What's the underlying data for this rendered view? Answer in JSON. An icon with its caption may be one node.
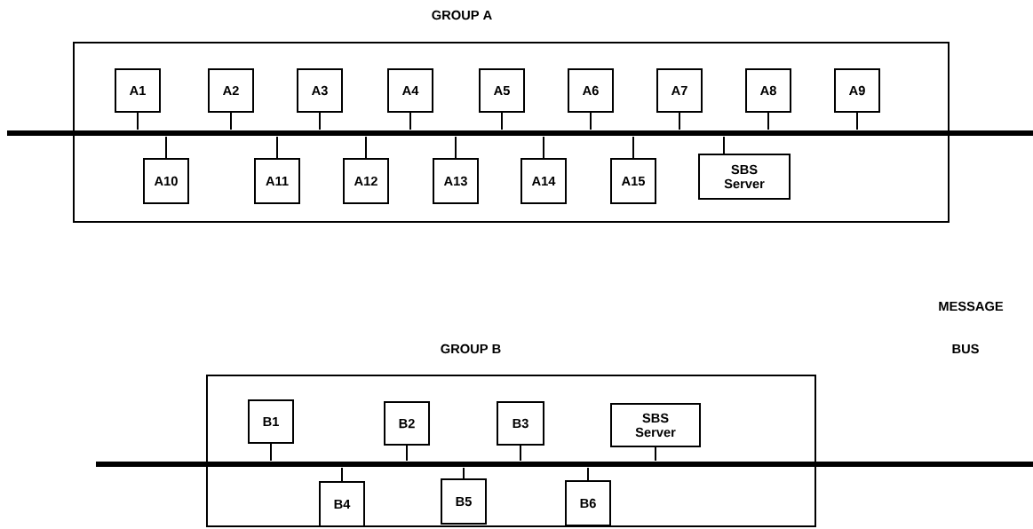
{
  "diagram": {
    "nodes": [
      {
        "text": [
          "GROUP A"
        ]
      },
      {
        "text": [
          "A1"
        ],
        "in": 0
      },
      {
        "text": [
          "A2"
        ],
        "in": 0
      },
      {
        "text": [
          "A3"
        ],
        "in": 0
      },
      {
        "text": [
          "A4"
        ],
        "in": 0
      },
      {
        "text": [
          "A5"
        ],
        "in": 0
      },
      {
        "text": [
          "A6"
        ],
        "in": 0
      },
      {
        "text": [
          "A7"
        ],
        "in": 0
      },
      {
        "text": [
          "A8"
        ],
        "in": 0
      },
      {
        "text": [
          "A9"
        ],
        "in": 0
      },
      {
        "text": [
          "A10"
        ],
        "in": 0
      },
      {
        "text": [
          "A11"
        ],
        "in": 0
      },
      {
        "text": [
          "A12"
        ],
        "in": 0
      },
      {
        "text": [
          "A13"
        ],
        "in": 0
      },
      {
        "text": [
          "A14"
        ],
        "in": 0
      },
      {
        "text": [
          "A15"
        ],
        "in": 0
      },
      {
        "text": [
          "SBS Server"
        ],
        "in": 0
      },
      {
        "text": [
          "GROUP B"
        ]
      },
      {
        "text": [
          "B1"
        ],
        "in": 17
      },
      {
        "text": [
          "B2"
        ],
        "in": 17
      },
      {
        "text": [
          "B3"
        ],
        "in": 17
      },
      {
        "text": [
          "SBS Server"
        ],
        "in": 17
      },
      {
        "text": [
          "B4"
        ],
        "in": 17
      },
      {
        "text": [
          "B5"
        ],
        "in": 17
      },
      {
        "text": [
          "B6"
        ],
        "in": 17
      },
      {
        "text": [],
        "shape": "bar"
      },
      {
        "text": [],
        "shape": "bar"
      }
    ],
    "edges": [
      {
        "from": 1,
        "to": 25,
        "arrow": "none"
      },
      {
        "from": 2,
        "to": 25,
        "arrow": "none"
      },
      {
        "from": 3,
        "to": 25,
        "arrow": "none"
      },
      {
        "from": 4,
        "to": 25,
        "arrow": "none"
      },
      {
        "from": 5,
        "to": 25,
        "arrow": "none"
      },
      {
        "from": 6,
        "to": 25,
        "arrow": "none"
      },
      {
        "from": 7,
        "to": 25,
        "arrow": "none"
      },
      {
        "from": 8,
        "to": 25,
        "arrow": "none"
      },
      {
        "from": 9,
        "to": 25,
        "arrow": "none"
      },
      {
        "from": 10,
        "to": 25,
        "arrow": "none"
      },
      {
        "from": 11,
        "to": 25,
        "arrow": "none"
      },
      {
        "from": 12,
        "to": 25,
        "arrow": "none"
      },
      {
        "from": 13,
        "to": 25,
        "arrow": "none"
      },
      {
        "from": 14,
        "to": 25,
        "arrow": "none"
      },
      {
        "from": 15,
        "to": 25,
        "arrow": "none"
      },
      {
        "from": 16,
        "to": 25,
        "arrow": "none"
      },
      {
        "from": 18,
        "to": 26,
        "arrow": "none"
      },
      {
        "from": 19,
        "to": 26,
        "arrow": "none"
      },
      {
        "from": 20,
        "to": 26,
        "arrow": "none"
      },
      {
        "from": 21,
        "to": 26,
        "arrow": "none"
      },
      {
        "from": 22,
        "to": 26,
        "arrow": "none"
      },
      {
        "from": 23,
        "to": 26,
        "arrow": "none"
      },
      {
        "from": 24,
        "to": 26,
        "arrow": "none"
      }
    ],
    "labels": [
      "MESSAGE",
      "BUS"
    ]
  }
}
